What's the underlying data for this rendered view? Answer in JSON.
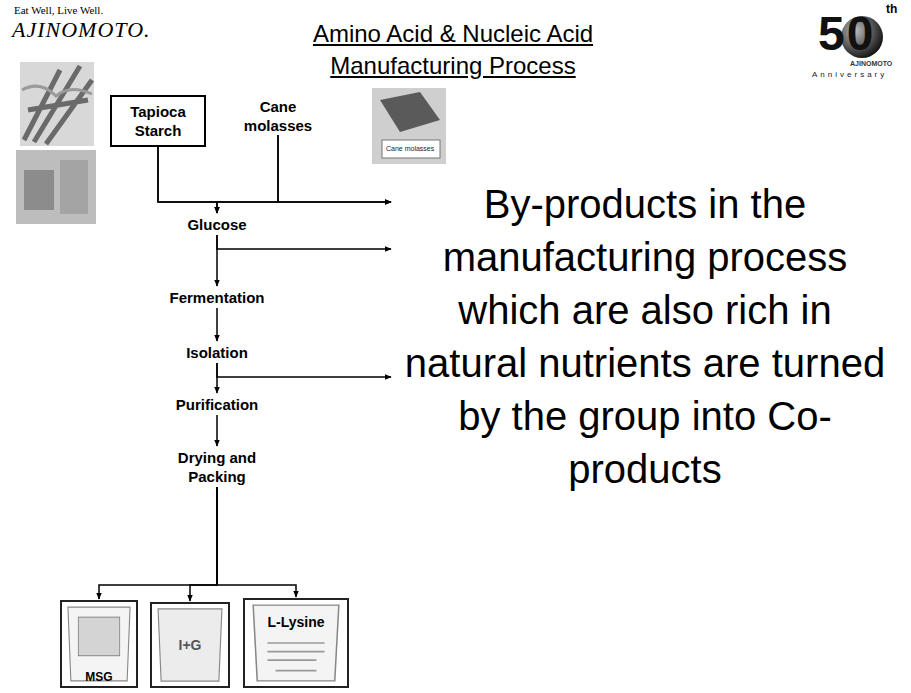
{
  "diagram": {
    "title": "Amino Acid & Nucleic Acid Manufacturing Process",
    "nodes": [
      {
        "text": [
          "Tapioca Starch"
        ]
      },
      {
        "text": [
          "Cane molasses"
        ]
      },
      {
        "text": [
          "Glucose"
        ]
      },
      {
        "text": [
          "Fermentation"
        ]
      },
      {
        "text": [
          "Isolation"
        ]
      },
      {
        "text": [
          "Purification"
        ]
      },
      {
        "text": [
          "Drying and Packing"
        ]
      },
      {
        "text": [
          "By-products in the manufacturing process which are also rich in natural nutrients are turned by the group into Co-products"
        ]
      },
      {
        "text": [
          "MSG"
        ]
      },
      {
        "text": [
          "I+G"
        ]
      },
      {
        "text": [
          "L-Lysine"
        ]
      }
    ],
    "edges": [
      {
        "from": 0,
        "to": 2,
        "arrow": "to"
      },
      {
        "from": 1,
        "to": 2,
        "arrow": "to"
      },
      {
        "from": 0,
        "to": 7,
        "arrow": "to"
      },
      {
        "from": 1,
        "to": 7,
        "arrow": "to"
      },
      {
        "from": 2,
        "to": 3,
        "arrow": "to"
      },
      {
        "from": 2,
        "to": 7,
        "arrow": "to"
      },
      {
        "from": 3,
        "to": 4,
        "arrow": "to"
      },
      {
        "from": 4,
        "to": 5,
        "arrow": "to"
      },
      {
        "from": 4,
        "to": 7,
        "arrow": "to"
      },
      {
        "from": 5,
        "to": 6,
        "arrow": "to"
      },
      {
        "from": 6,
        "to": 8,
        "arrow": "to"
      },
      {
        "from": 6,
        "to": 9,
        "arrow": "to"
      },
      {
        "from": 6,
        "to": 10,
        "arrow": "to"
      }
    ],
    "labels": [
      "Eat Well, Live Well.",
      "AJINOMOTO.",
      "50",
      "th",
      "AJINOMOTO",
      "Anniversary",
      "Cane molasses"
    ]
  }
}
